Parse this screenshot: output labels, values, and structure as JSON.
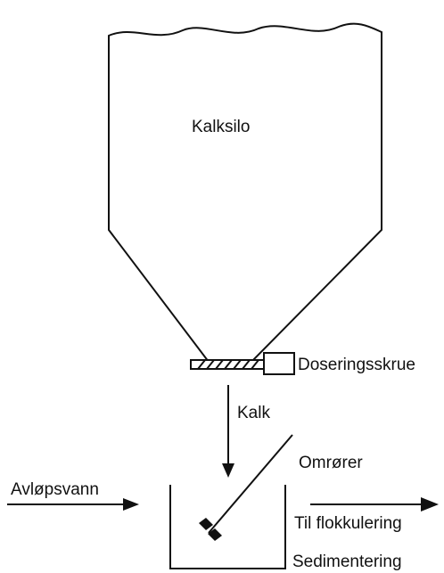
{
  "diagram": {
    "labels": {
      "silo": "Kalksilo",
      "screw": "Doseringsskrue",
      "lime": "Kalk",
      "stirrer": "Omrører",
      "wastewater": "Avløpsvann",
      "to_flocculation": "Til flokkulering",
      "sedimentation": "Sedimentering"
    },
    "colors": {
      "line": "#111111",
      "background": "#ffffff"
    }
  }
}
